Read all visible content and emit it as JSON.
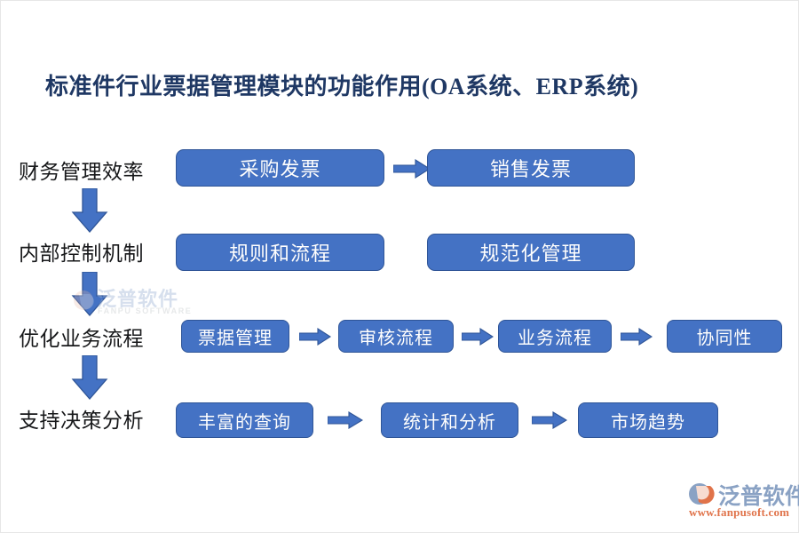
{
  "slide": {
    "title": "标准件行业票据管理模块的功能作用(OA系统、ERP系统)",
    "background_color": "#FFFFFF",
    "box_fill_color": "#4472C4",
    "box_border_color": "#2F5597",
    "title_color": "#1F3864",
    "label_color": "#17181A",
    "arrow_color": "#4472C4"
  },
  "rows": [
    {
      "label": "财务管理效率",
      "boxes": [
        {
          "text": "采购发票"
        },
        {
          "text": "销售发票"
        }
      ],
      "arrows": 1
    },
    {
      "label": "内部控制机制",
      "boxes": [
        {
          "text": "规则和流程"
        },
        {
          "text": "规范化管理"
        }
      ],
      "arrows": 0
    },
    {
      "label": "优化业务流程",
      "boxes": [
        {
          "text": "票据管理"
        },
        {
          "text": "审核流程"
        },
        {
          "text": "业务流程"
        },
        {
          "text": "协同性"
        }
      ],
      "arrows": 3
    },
    {
      "label": "支持决策分析",
      "boxes": [
        {
          "text": "丰富的查询"
        },
        {
          "text": "统计和分析"
        },
        {
          "text": "市场趋势"
        }
      ],
      "arrows": 2
    }
  ],
  "watermark": {
    "cn": "泛普软件",
    "en": "FANPU SOFTWARE"
  },
  "logo": {
    "cn": "泛普软件",
    "url": "www.fanpusoft.com"
  }
}
